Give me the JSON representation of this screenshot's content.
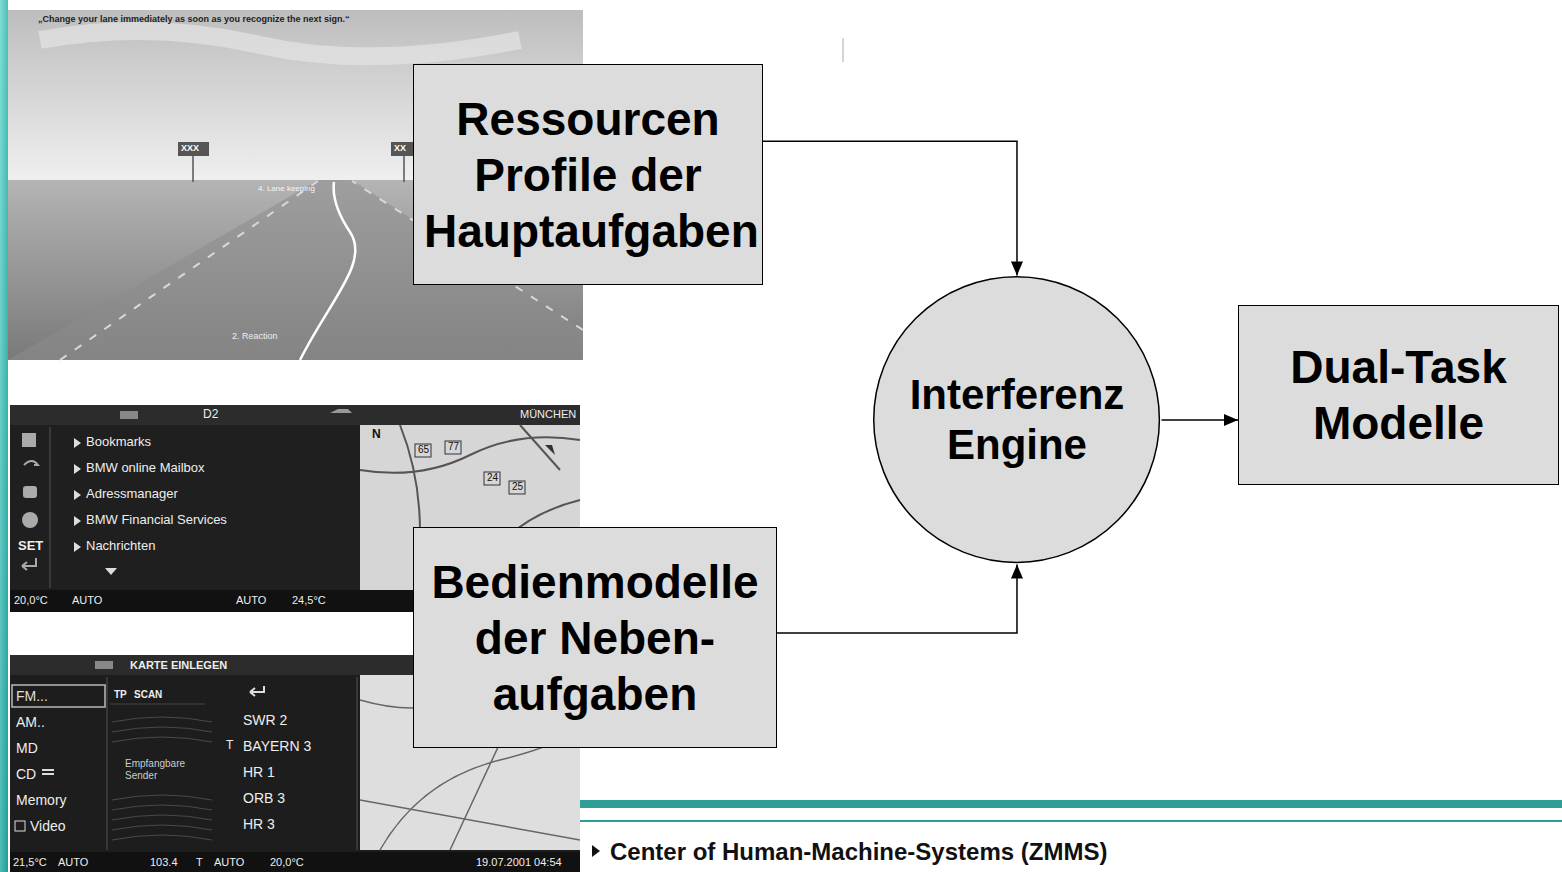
{
  "diagram": {
    "nodes": [
      {
        "text": [
          "Ressourcen Profile der Hauptaufgaben"
        ]
      },
      {
        "text": [
          "Bedienmodelle der Neben- aufgaben"
        ]
      },
      {
        "text": [
          "Interferenz Engine"
        ]
      },
      {
        "text": [
          "Dual-Task Modelle"
        ]
      }
    ],
    "edges": [
      {
        "from": 0,
        "to": 2,
        "arrow": "to"
      },
      {
        "from": 1,
        "to": 2,
        "arrow": "to"
      },
      {
        "from": 2,
        "to": 3,
        "arrow": "to"
      }
    ],
    "labels": [
      "„Change your lane immediately as soon as you recognize the next sign.“",
      "XXX",
      "XX",
      "4. Lane keeping",
      "2. Reaction",
      "D2",
      "MÜNCHEN",
      "Bookmarks",
      "BMW online Mailbox",
      "Adressmanager",
      "BMW Financial Services",
      "Nachrichten",
      "SET",
      "20,0°C",
      "AUTO",
      "AUTO",
      "24,5°C",
      "N",
      "65",
      "77",
      "24",
      "25",
      "KARTE EINLEGEN",
      "FM...",
      "TP",
      "SCAN",
      "AM..",
      "SWR 2",
      "MD",
      "T",
      "BAYERN 3",
      "CD",
      "Empfangbare Sender",
      "HR 1",
      "Memory",
      "ORB 3",
      "Video",
      "HR 3",
      "21,5°C",
      "AUTO",
      "103.4",
      "T",
      "AUTO",
      "20,0°C",
      "19.07.2001 04:54",
      "Center of Human-Machine-Systems (ZMMS)"
    ]
  }
}
